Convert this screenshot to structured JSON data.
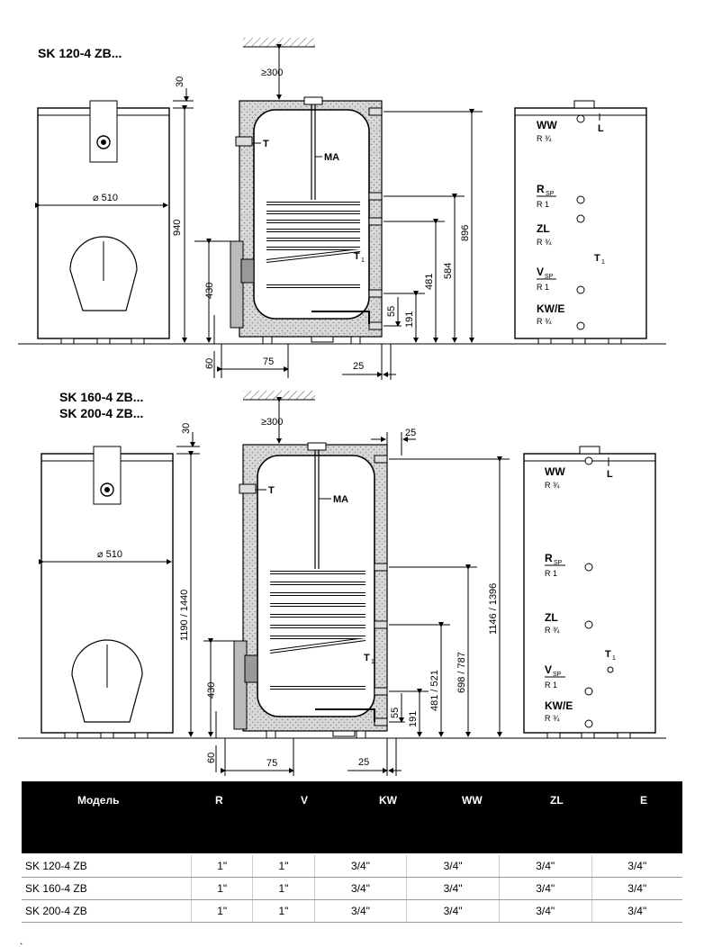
{
  "section1": {
    "title": "SK 120-4 ZB...",
    "front": {
      "diameter": "⌀ 510",
      "height_total": "940",
      "top_offset": "30"
    },
    "section": {
      "clearance": "≥300",
      "labels": {
        "sensor": "T",
        "anode": "MA",
        "sensor_t1": "T",
        "sensor_t1_sub": "1"
      },
      "dims": {
        "h430": "430",
        "h896": "896",
        "h584": "584",
        "h481": "481",
        "h191": "191",
        "h55": "55",
        "w60": "60",
        "w75": "75",
        "w25": "25"
      }
    },
    "side": {
      "connections": [
        {
          "name": "WW",
          "sub": "",
          "size": "R ¾"
        },
        {
          "name": "R",
          "sub": "SP",
          "size": "R 1"
        },
        {
          "name": "ZL",
          "sub": "",
          "size": "R ¾"
        },
        {
          "name": "V",
          "sub": "SP",
          "size": "R 1"
        },
        {
          "name": "KW/E",
          "sub": "",
          "size": "R ¾"
        }
      ],
      "vent": "L",
      "t1": "T",
      "t1_sub": "1"
    }
  },
  "section2": {
    "title_line1": "SK 160-4 ZB...",
    "title_line2": "SK 200-4 ZB...",
    "front": {
      "diameter": "⌀ 510",
      "height_total": "1190 / 1440",
      "top_offset": "30"
    },
    "section": {
      "clearance": "≥300",
      "labels": {
        "sensor": "T",
        "anode": "MA",
        "sensor_t1": "T",
        "sensor_t1_sub": "1"
      },
      "dims": {
        "h430": "430",
        "h1146": "1146 / 1396",
        "h698": "698 / 787",
        "h481": "481 / 521",
        "h191": "191",
        "h55": "55",
        "w60": "60",
        "w75": "75",
        "w25": "25",
        "w25top": "25"
      }
    },
    "side": {
      "connections": [
        {
          "name": "WW",
          "sub": "",
          "size": "R ¾"
        },
        {
          "name": "R",
          "sub": "SP",
          "size": "R 1"
        },
        {
          "name": "ZL",
          "sub": "",
          "size": "R ¾"
        },
        {
          "name": "V",
          "sub": "SP",
          "size": "R 1"
        },
        {
          "name": "KW/E",
          "sub": "",
          "size": "R ¾"
        }
      ],
      "vent": "L",
      "t1": "T",
      "t1_sub": "1"
    }
  },
  "table": {
    "headers": [
      "Модель",
      "R",
      "V",
      "KW",
      "WW",
      "ZL",
      "E"
    ],
    "rows": [
      [
        "SK 120-4 ZB",
        "1\"",
        "1\"",
        "3/4\"",
        "3/4\"",
        "3/4\"",
        "3/4\""
      ],
      [
        "SK 160-4 ZB",
        "1\"",
        "1\"",
        "3/4\"",
        "3/4\"",
        "3/4\"",
        "3/4\""
      ],
      [
        "SK 200-4 ZB",
        "1\"",
        "1\"",
        "3/4\"",
        "3/4\"",
        "3/4\"",
        "3/4\""
      ]
    ]
  },
  "footnote": "."
}
